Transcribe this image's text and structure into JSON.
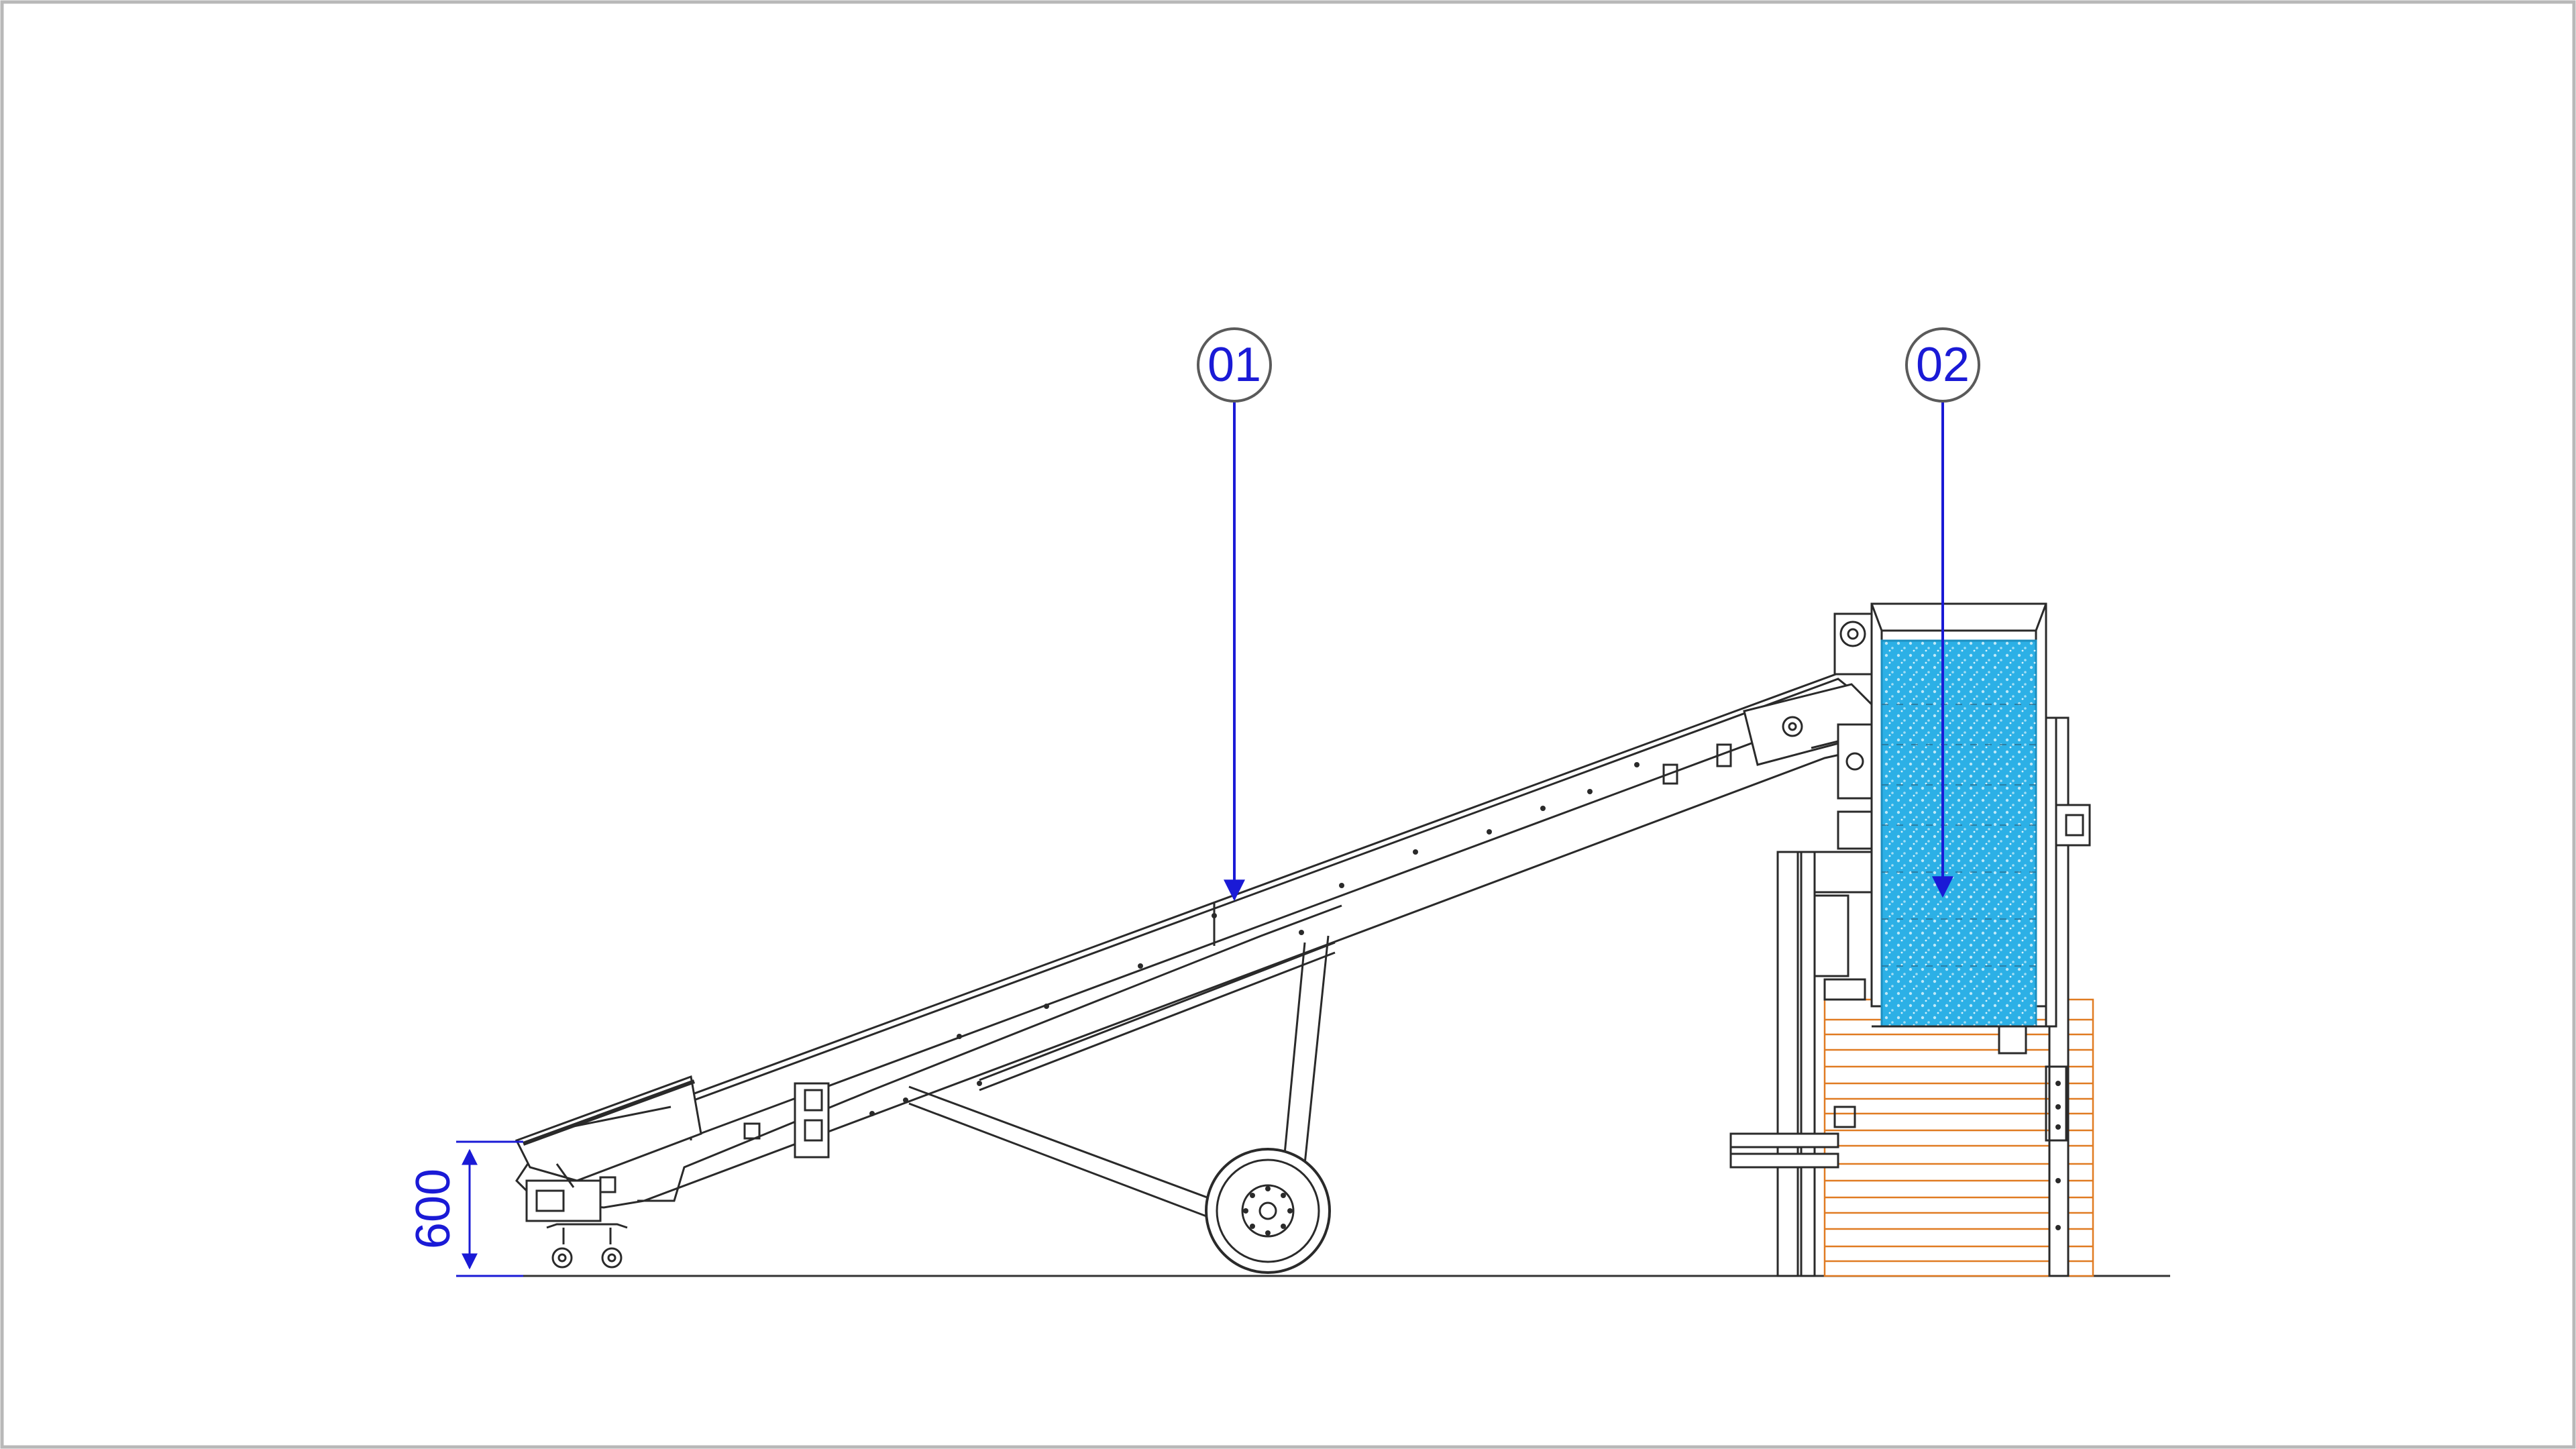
{
  "diagram": {
    "callouts": [
      {
        "id": "callout-01",
        "label": "01"
      },
      {
        "id": "callout-02",
        "label": "02"
      }
    ],
    "dimension": {
      "value": "600"
    },
    "colors": {
      "frame": "#b8b8b8",
      "line": "#2a2a2a",
      "callout": "#1a1ad6",
      "hopper_fill": "#2cb0e6",
      "hopper_dots": "#bfe9f8",
      "pallet": "#e07b22"
    }
  }
}
